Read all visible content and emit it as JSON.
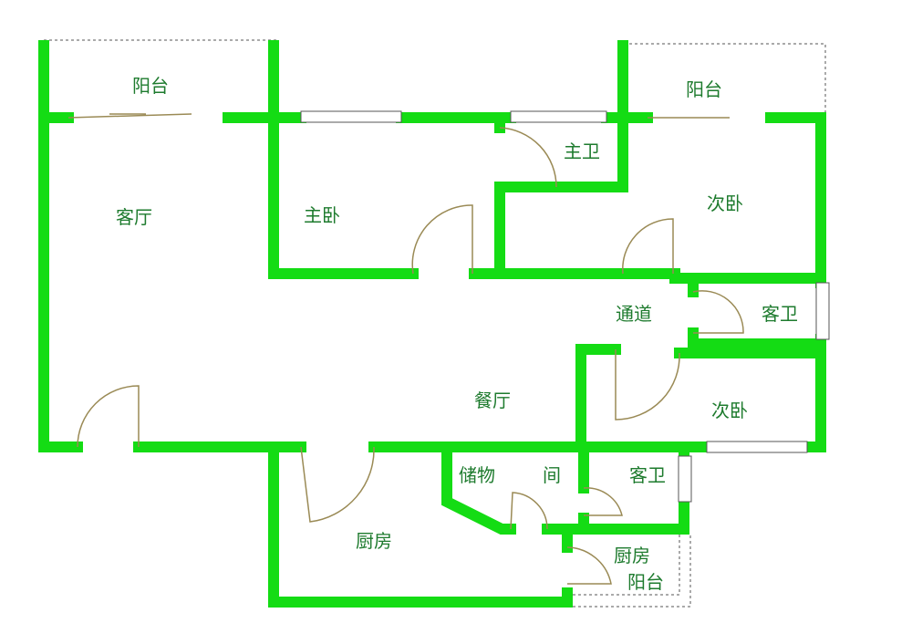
{
  "colors": {
    "wall": "#14dc14",
    "text": "#1e7b2e",
    "door": "#9a8a55",
    "dashed": "#555555"
  },
  "rooms": {
    "balcony_left": "阳台",
    "living_room": "客厅",
    "master_bedroom": "主卧",
    "master_bath": "主卫",
    "balcony_right": "阳台",
    "second_bedroom_top": "次卧",
    "corridor": "通道",
    "guest_bath_top": "客卫",
    "dining_room": "餐厅",
    "second_bedroom_bottom": "次卧",
    "storage_a": "储物",
    "storage_b": "间",
    "guest_bath_bottom": "客卫",
    "kitchen": "厨房",
    "kitchen_balcony_a": "厨房",
    "kitchen_balcony_b": "阳台"
  }
}
